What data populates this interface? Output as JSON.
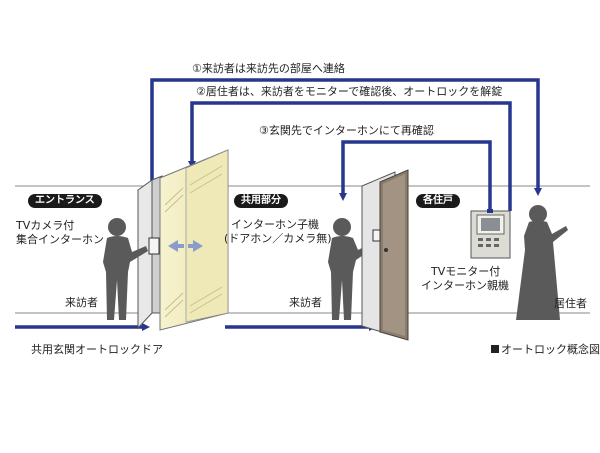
{
  "steps": {
    "s1": "①来訪者は来訪先の部屋へ連絡",
    "s2": "②居住者は、来訪者をモニターで確認後、オートロックを解錠",
    "s3": "③玄関先でインターホンにて再確認"
  },
  "zones": {
    "entrance": "エントランス",
    "common": "共用部分",
    "unit": "各住戸"
  },
  "labels": {
    "tv_camera_1": "TVカメラ付",
    "tv_camera_2": "集合インターホン",
    "sub_intercom_1": "インターホン子機",
    "sub_intercom_2": "(ドアホン／カメラ無)",
    "tv_monitor_1": "TVモニター付",
    "tv_monitor_2": "インターホン親機",
    "visitor_1": "来訪者",
    "visitor_2": "来訪者",
    "resident": "居住者",
    "autolock_door": "共用玄関オートロックドア",
    "legend": "オートロック概念図"
  },
  "colors": {
    "arrow": "#27378e",
    "door_glow": "#f3efc6",
    "silhouette": "#5a5a5a",
    "wall_line": "#8a8a8a"
  }
}
